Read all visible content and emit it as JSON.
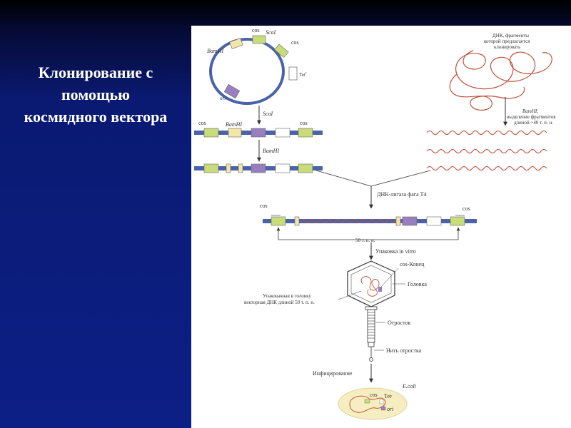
{
  "slide": {
    "title_lines": [
      "Клонирование с",
      "помощью",
      "космидного вектора"
    ]
  },
  "figure": {
    "plasmid": {
      "cos": "cos",
      "scai": "ScaI",
      "cos2": "cos",
      "bamhi": "BamHI",
      "tetr": "Tet",
      "tetr_sup": "r",
      "ori": "ori"
    },
    "dna_source": {
      "line1": "ДНК, фрагменты",
      "line2": "которой предлагается",
      "line3": "клонировать"
    },
    "linear1": {
      "cos_left": "cos",
      "bamhi": "BamHI",
      "cos_right": "cos",
      "enzyme": "ScaI"
    },
    "linear2": {
      "enzyme": "BamHI"
    },
    "fragments": {
      "line1": "BamHI;",
      "line2": "выделение фрагментов",
      "line3": "длиной ~40 т. п. н."
    },
    "ligase": "ДНК-лигаза фага T4",
    "concatemer": {
      "cos_left": "cos",
      "cos_right": "cos",
      "length": "50 т. п. н."
    },
    "packaging": "Упаковка in vitro",
    "phage": {
      "cos_end": "cos-Конец",
      "head": "Головка",
      "packed_line1": "Упакованная в головку",
      "packed_line2": "векторная ДНК длиной 50 т. п. н.",
      "tail": "Отросток",
      "tail_fiber": "Нить отростка"
    },
    "infection": "Инфицирование",
    "ecoli": {
      "name": "E.coli",
      "cos": "cos",
      "tetr": "Tet",
      "tetr_sup": "r",
      "ori": "ori"
    }
  },
  "colors": {
    "background": "#0c1f86",
    "vector_blue": "#4a62a8",
    "insert_red": "#c0503a",
    "cos_green": "#c8dc7a",
    "bam_yellow": "#f2e7a8",
    "ori_purple": "#9880c0",
    "ecoli_fill": "#f6eec0"
  }
}
